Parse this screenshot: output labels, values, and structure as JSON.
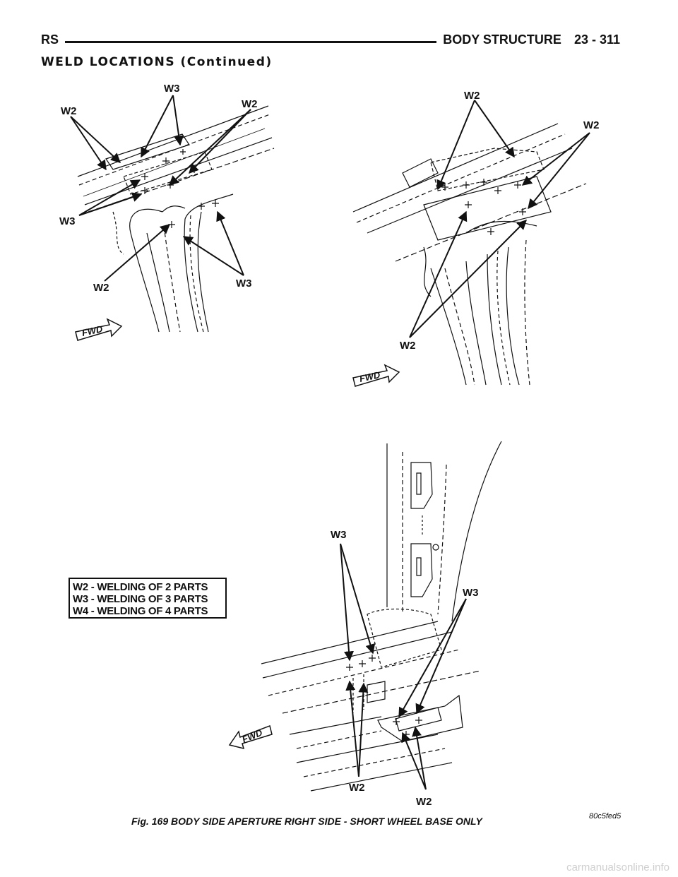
{
  "header": {
    "left": "RS",
    "section": "BODY STRUCTURE",
    "page": "23 - 311"
  },
  "subheading": "WELD LOCATIONS (Continued)",
  "figure": {
    "callouts": {
      "w2": "W2",
      "w3": "W3",
      "fwd": "FWD"
    },
    "legend": [
      "W2 - WELDING OF 2 PARTS",
      "W3 - WELDING OF 3 PARTS",
      "W4 - WELDING OF 4 PARTS"
    ],
    "caption": "Fig. 169 BODY SIDE APERTURE RIGHT SIDE - SHORT WHEEL BASE ONLY",
    "figure_id": "80c5fed5"
  },
  "footer": {
    "watermark": "carmanualsonline.info"
  }
}
